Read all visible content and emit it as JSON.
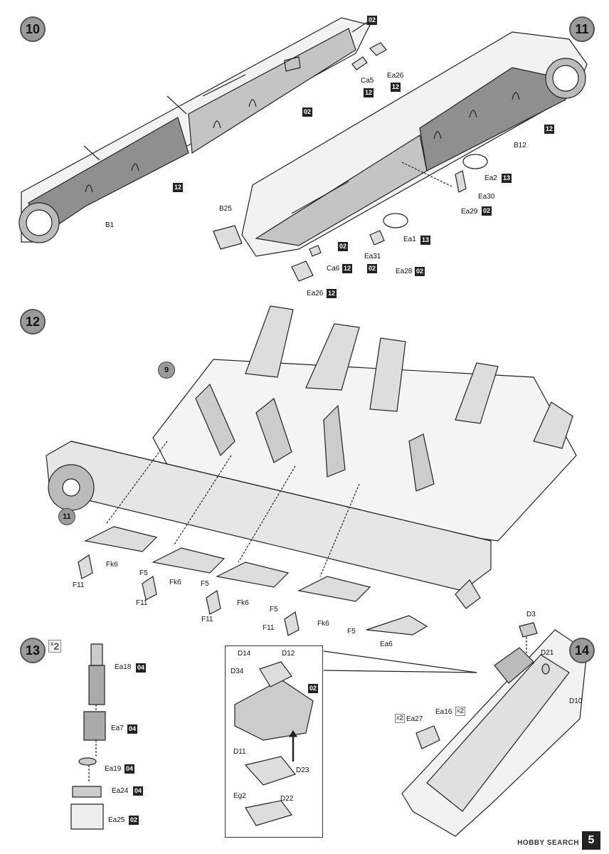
{
  "steps": {
    "s10": "10",
    "s11": "11",
    "s12": "12",
    "s13": "13",
    "s14": "14"
  },
  "refs": {
    "r9": "9",
    "r11": "11"
  },
  "multiplier": {
    "x13": "2",
    "x_ea27": "2",
    "x_ea16": "2",
    "x_symbol": "x"
  },
  "labels": {
    "b1": "B1",
    "b12": "B12",
    "b25": "B25",
    "ca5": "Ca5",
    "ca6": "Ca6",
    "ea26a": "Ea26",
    "ea26b": "Ea26",
    "ea2": "Ea2",
    "ea30": "Ea30",
    "ea29": "Ea29",
    "ea1": "Ea1",
    "ea31": "Ea31",
    "ea28": "Ea28",
    "fk6a": "Fk6",
    "fk6b": "Fk6",
    "fk6c": "Fk6",
    "fk6d": "Fk6",
    "f5a": "F5",
    "f5b": "F5",
    "f5c": "F5",
    "f5d": "F5",
    "f11a": "F11",
    "f11b": "F11",
    "f11c": "F11",
    "f11d": "F11",
    "ea6": "Ea6",
    "ea18": "Ea18",
    "ea7": "Ea7",
    "ea19": "Ea19",
    "ea24": "Ea24",
    "ea25": "Ea25",
    "d14": "D14",
    "d12": "D12",
    "d34": "D34",
    "d11": "D11",
    "d23": "D23",
    "eg2": "Eg2",
    "d22": "D22",
    "d3": "D3",
    "d21": "D21",
    "d10": "D10",
    "ea27": "Ea27",
    "ea16": "Ea16"
  },
  "sprues": {
    "b10_02": "02",
    "b10_12a": "12",
    "b10_02b": "02",
    "b10_12b": "12",
    "b10_12c": "12",
    "b11_12a": "12",
    "b11_13a": "13",
    "b11_02a": "02",
    "b11_02b": "02",
    "b11_13b": "13",
    "b11_12b": "12",
    "b11_02c": "02",
    "b11_02d": "02",
    "b11_12c": "12",
    "b13_04a": "04",
    "b13_04b": "04",
    "b13_04c": "04",
    "b13_04d": "04",
    "b13_02": "02",
    "b14_02": "02"
  },
  "footer": {
    "watermark": "HOBBY SEARCH",
    "page": "5"
  }
}
